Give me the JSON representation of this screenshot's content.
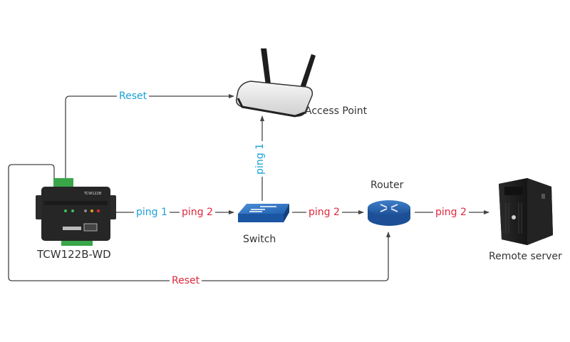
{
  "colors": {
    "ping1": "#1aa0d6",
    "ping2": "#e0283c",
    "line": "#444444",
    "text": "#333333"
  },
  "nodes": {
    "device": {
      "label": "TCW122B-WD",
      "icon": "controller-device-icon",
      "model_badge": "TCW122B"
    },
    "access_point": {
      "label": "Access Point",
      "icon": "wireless-access-point-icon"
    },
    "switch": {
      "label": "Switch",
      "icon": "network-switch-icon"
    },
    "router": {
      "label": "Router",
      "icon": "router-icon"
    },
    "server": {
      "label": "Remote server",
      "icon": "tower-server-icon"
    }
  },
  "edges": {
    "device_to_switch": {
      "label1": "ping 1",
      "label2": "ping 2"
    },
    "switch_to_ap": {
      "label": "ping 1"
    },
    "switch_to_router": {
      "label": "ping 2"
    },
    "router_to_server": {
      "label": "ping 2"
    },
    "device_reset_ap": {
      "label": "Reset"
    },
    "device_reset_router": {
      "label": "Reset"
    }
  }
}
